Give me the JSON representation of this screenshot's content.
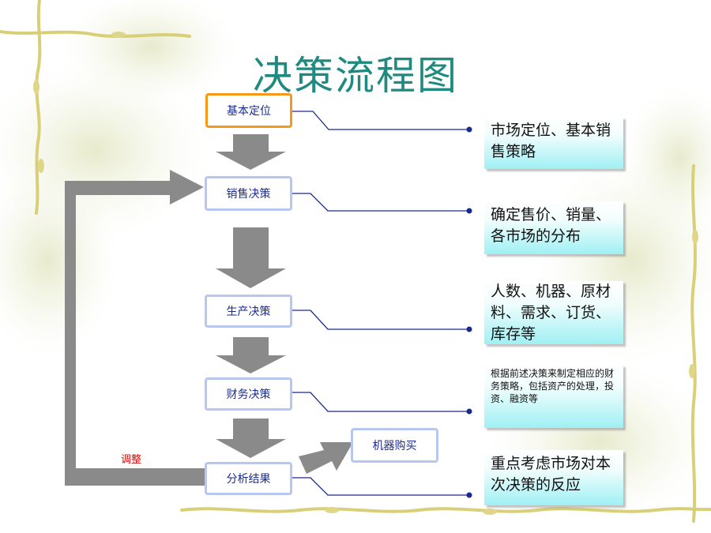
{
  "title": "决策流程图",
  "steps": [
    {
      "label": "基本定位"
    },
    {
      "label": "销售决策"
    },
    {
      "label": "生产决策"
    },
    {
      "label": "财务决策"
    },
    {
      "label": "分析结果"
    }
  ],
  "side_box": {
    "label": "机器购买"
  },
  "feedback_label": "调整",
  "notes": [
    {
      "text": "市场定位、基本销售策略"
    },
    {
      "text": "确定售价、销量、各市场的分布"
    },
    {
      "text": "人数、机器、原材料、需求、订货、库存等"
    },
    {
      "text": "根据前述决策来制定相应的财务策略，包括资产的处理，投资、融资等"
    },
    {
      "text": "重点考虑市场对本次决策的反应"
    }
  ],
  "colors": {
    "title": "#1f8a7f",
    "step_border": "#b7c7f0",
    "first_step_border": "#f59a16",
    "step_text": "#1a2a8c",
    "arrow": "#8a8a8a",
    "connector": "#1a2a8c",
    "feedback_label": "#d01010",
    "note_gradient_end": "#9ff0f4"
  }
}
